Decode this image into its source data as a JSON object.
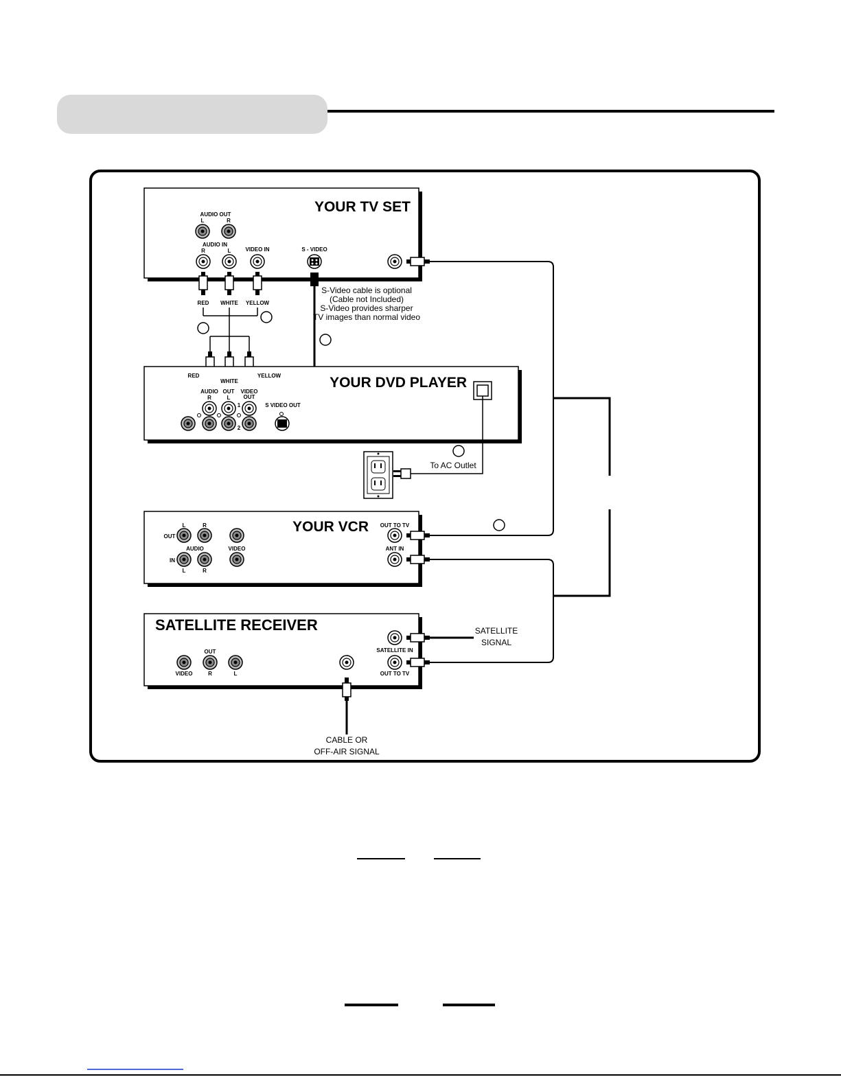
{
  "tv": {
    "title": "YOUR TV SET",
    "audio_out": "AUDIO OUT",
    "audio_in": "AUDIO IN",
    "video_in": "VIDEO IN",
    "s_video": "S - VIDEO",
    "l": "L",
    "r": "R"
  },
  "cables": {
    "red": "RED",
    "white": "WHITE",
    "yellow": "YELLOW"
  },
  "svideo_note": [
    "S-Video cable is optional",
    "(Cable not Included)",
    "S-Video provides sharper",
    "TV images than normal video"
  ],
  "dvd": {
    "title": "YOUR DVD PLAYER",
    "audio": "AUDIO",
    "out": "OUT",
    "video_out_1": "VIDEO",
    "video_out_2": "OUT",
    "r": "R",
    "l": "L",
    "num1": "1",
    "num2": "2",
    "s_video_out": "S VIDEO OUT"
  },
  "ac_outlet": "To AC Outlet",
  "vcr": {
    "title": "YOUR VCR",
    "out": "OUT",
    "in": "IN",
    "audio": "AUDIO",
    "video": "VIDEO",
    "l": "L",
    "r": "R",
    "out_to_tv": "OUT TO TV",
    "ant_in": "ANT IN"
  },
  "sat": {
    "title": "SATELLITE RECEIVER",
    "out": "OUT",
    "video": "VIDEO",
    "r": "R",
    "l": "L",
    "satellite_in": "SATELLITE IN",
    "out_to_tv": "OUT TO TV"
  },
  "satellite_signal": [
    "SATELLITE",
    "SIGNAL"
  ],
  "cable_signal": [
    "CABLE OR",
    "OFF-AIR SIGNAL"
  ],
  "colors": {
    "header_bar": "#d9d9d9",
    "ink": "#000000",
    "link_underline": "#1a35c8"
  }
}
